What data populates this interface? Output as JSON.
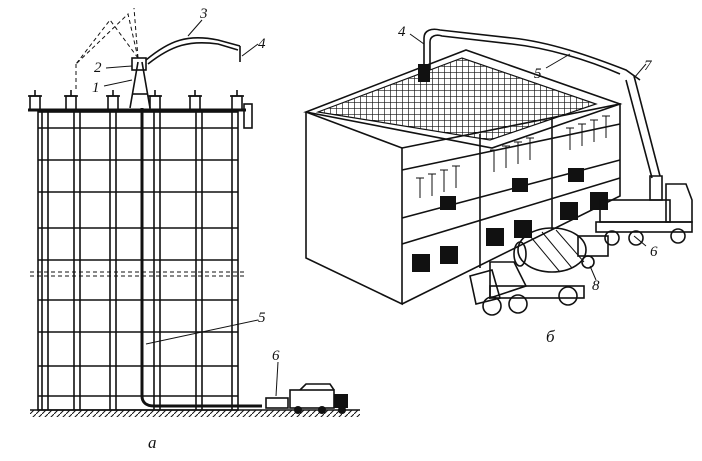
{
  "figure": {
    "left_panel": {
      "caption": "а",
      "callouts": [
        "1",
        "2",
        "3",
        "4",
        "5",
        "6"
      ]
    },
    "right_panel": {
      "caption": "б",
      "callouts": [
        "4",
        "5",
        "6",
        "7",
        "8"
      ]
    }
  }
}
